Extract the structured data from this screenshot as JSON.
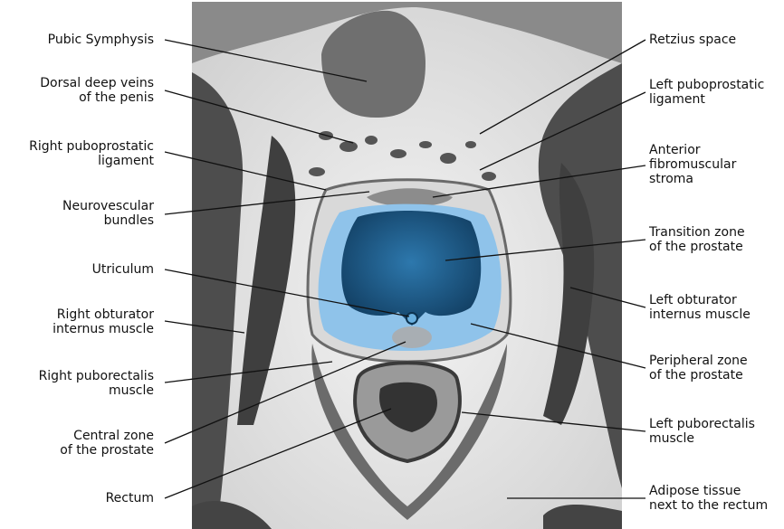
{
  "labels_left": [
    {
      "id": "pubic-symphysis",
      "lines": [
        "Pubic Symphysis"
      ]
    },
    {
      "id": "dorsal-deep-veins",
      "lines": [
        "Dorsal deep veins",
        "of the penis"
      ]
    },
    {
      "id": "right-puboprostatic-ligament",
      "lines": [
        "Right puboprostatic",
        "ligament"
      ]
    },
    {
      "id": "neurovescular-bundles",
      "lines": [
        "Neurovescular",
        "bundles"
      ]
    },
    {
      "id": "utriculum",
      "lines": [
        "Utriculum"
      ]
    },
    {
      "id": "right-obturator-internus",
      "lines": [
        "Right obturator",
        "internus muscle"
      ]
    },
    {
      "id": "right-puborectalis",
      "lines": [
        "Right puborectalis",
        "muscle"
      ]
    },
    {
      "id": "central-zone",
      "lines": [
        "Central zone",
        "of the prostate"
      ]
    },
    {
      "id": "rectum",
      "lines": [
        "Rectum"
      ]
    }
  ],
  "labels_right": [
    {
      "id": "retzius-space",
      "lines": [
        "Retzius space"
      ]
    },
    {
      "id": "left-puboprostatic-ligament",
      "lines": [
        "Left puboprostatic",
        "ligament"
      ]
    },
    {
      "id": "anterior-fibromuscular-stroma",
      "lines": [
        "Anterior",
        "fibromuscular",
        "stroma"
      ]
    },
    {
      "id": "transition-zone",
      "lines": [
        "Transition zone",
        "of the prostate"
      ]
    },
    {
      "id": "left-obturator-internus",
      "lines": [
        "Left obturator",
        "internus muscle"
      ]
    },
    {
      "id": "peripheral-zone",
      "lines": [
        "Peripheral zone",
        "of the prostate"
      ]
    },
    {
      "id": "left-puborectalis",
      "lines": [
        "Left puborectalis",
        "muscle"
      ]
    },
    {
      "id": "adipose-tissue",
      "lines": [
        "Adipose tissue",
        "next to the rectum"
      ]
    }
  ],
  "colors": {
    "peripheral_zone": "#8fc3ea",
    "transition_zone": "#1f5f8e",
    "muscle": "#5a5a5a",
    "tissue_light": "#e8e8e8",
    "leader_line": "#111111"
  }
}
